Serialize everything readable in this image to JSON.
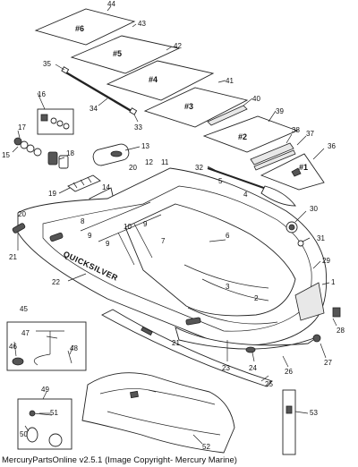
{
  "footer": "MercuryPartsOnline v2.5.1 (Image Copyright- Mercury Marine)",
  "brand_text": "QUICKSILVER",
  "panel_labels": {
    "p44": "#6",
    "p43": "#5",
    "p42": "#4",
    "p41": "#3",
    "p39": "#2",
    "p36": "#1"
  },
  "callouts": {
    "c1": "1",
    "c2": "2",
    "c3": "3",
    "c4": "4",
    "c5": "5",
    "c6": "6",
    "c7": "7",
    "c8": "8",
    "c9a": "9",
    "c9b": "9",
    "c9c": "9",
    "c10": "10",
    "c11": "11",
    "c12": "12",
    "c13": "13",
    "c14": "14",
    "c15": "15",
    "c16": "16",
    "c17": "17",
    "c18": "18",
    "c19": "19",
    "c20a": "20",
    "c20b": "20",
    "c21a": "21",
    "c21b": "21",
    "c22": "22",
    "c23": "23",
    "c24": "24",
    "c25": "25",
    "c26": "26",
    "c27": "27",
    "c28": "28",
    "c29": "29",
    "c30": "30",
    "c31": "31",
    "c32": "32",
    "c33": "33",
    "c34": "34",
    "c35": "35",
    "c36": "36",
    "c37": "37",
    "c38": "38",
    "c39": "39",
    "c40": "40",
    "c41": "41",
    "c42": "42",
    "c43": "43",
    "c44": "44",
    "c45": "45",
    "c46": "46",
    "c47": "47",
    "c48": "48",
    "c49": "49",
    "c50": "50",
    "c51": "51",
    "c52": "52",
    "c53": "53"
  }
}
